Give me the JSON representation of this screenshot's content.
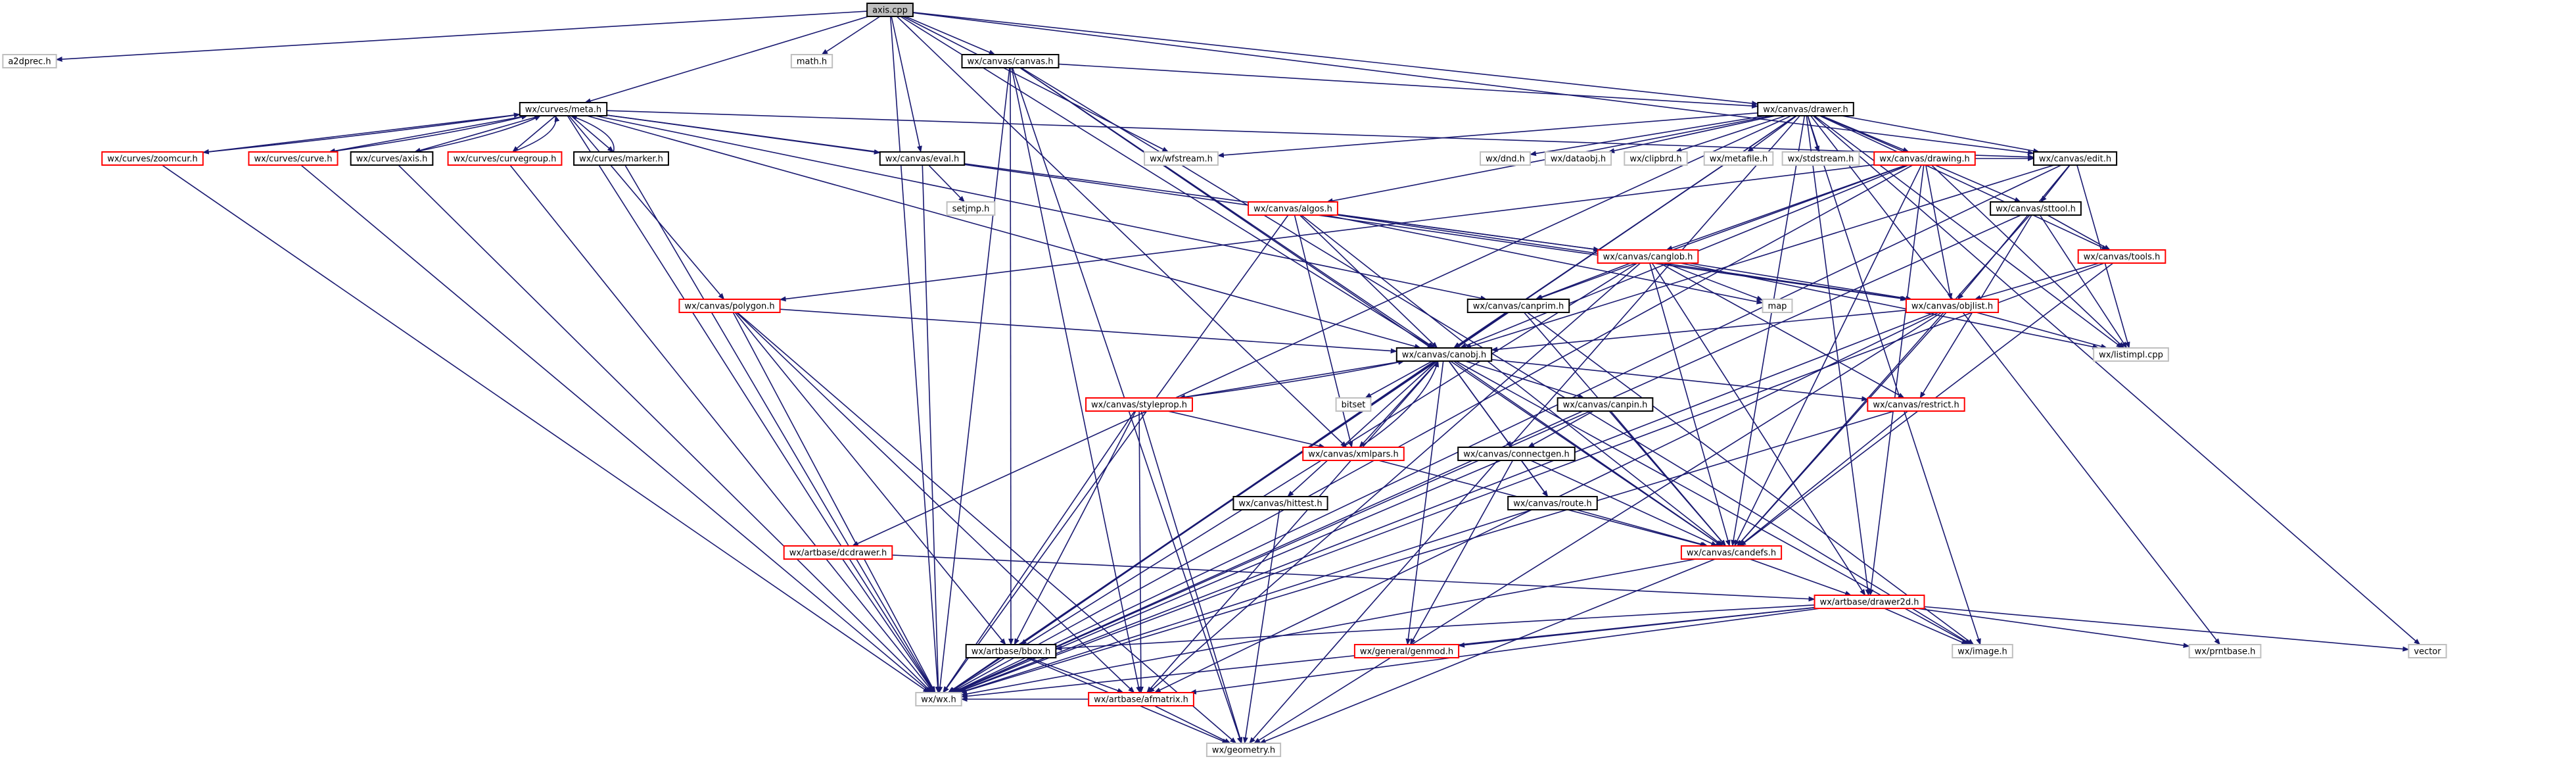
{
  "colors": {
    "edge": "#191970",
    "node_border_black": "#000000",
    "node_border_red": "#ff0000",
    "node_border_gray": "#bfbfbf",
    "root_fill": "#bfbfbf",
    "node_fill": "#ffffff",
    "background": "#ffffff"
  },
  "nodes": [
    {
      "id": "axis",
      "label": "axis.cpp",
      "style": "root"
    },
    {
      "id": "a2dprec",
      "label": "a2dprec.h",
      "style": "gray"
    },
    {
      "id": "math",
      "label": "math.h",
      "style": "gray"
    },
    {
      "id": "canvas_h",
      "label": "wx/canvas/canvas.h",
      "style": "black"
    },
    {
      "id": "drawer_h",
      "label": "wx/canvas/drawer.h",
      "style": "black"
    },
    {
      "id": "meta_h",
      "label": "wx/curves/meta.h",
      "style": "black"
    },
    {
      "id": "zoomcur",
      "label": "wx/curves/zoomcur.h",
      "style": "red"
    },
    {
      "id": "curve",
      "label": "wx/curves/curve.h",
      "style": "red"
    },
    {
      "id": "caxis",
      "label": "wx/curves/axis.h",
      "style": "black"
    },
    {
      "id": "curvegroup",
      "label": "wx/curves/curvegroup.h",
      "style": "red"
    },
    {
      "id": "marker",
      "label": "wx/curves/marker.h",
      "style": "black"
    },
    {
      "id": "eval",
      "label": "wx/canvas/eval.h",
      "style": "black"
    },
    {
      "id": "setjmp",
      "label": "setjmp.h",
      "style": "gray"
    },
    {
      "id": "wfstream",
      "label": "wx/wfstream.h",
      "style": "gray"
    },
    {
      "id": "dnd",
      "label": "wx/dnd.h",
      "style": "gray"
    },
    {
      "id": "dataobj",
      "label": "wx/dataobj.h",
      "style": "gray"
    },
    {
      "id": "clipbrd",
      "label": "wx/clipbrd.h",
      "style": "gray"
    },
    {
      "id": "metafile",
      "label": "wx/metafile.h",
      "style": "gray"
    },
    {
      "id": "stdstream",
      "label": "wx/stdstream.h",
      "style": "gray"
    },
    {
      "id": "drawing",
      "label": "wx/canvas/drawing.h",
      "style": "red"
    },
    {
      "id": "edit",
      "label": "wx/canvas/edit.h",
      "style": "black"
    },
    {
      "id": "sttool",
      "label": "wx/canvas/sttool.h",
      "style": "black"
    },
    {
      "id": "tools",
      "label": "wx/canvas/tools.h",
      "style": "red"
    },
    {
      "id": "algos",
      "label": "wx/canvas/algos.h",
      "style": "red"
    },
    {
      "id": "canglob",
      "label": "wx/canvas/canglob.h",
      "style": "red"
    },
    {
      "id": "polygon",
      "label": "wx/canvas/polygon.h",
      "style": "red"
    },
    {
      "id": "canprim",
      "label": "wx/canvas/canprim.h",
      "style": "black"
    },
    {
      "id": "map",
      "label": "map",
      "style": "gray"
    },
    {
      "id": "objlist",
      "label": "wx/canvas/objlist.h",
      "style": "red"
    },
    {
      "id": "listimpl",
      "label": "wx/listimpl.cpp",
      "style": "gray"
    },
    {
      "id": "canobj",
      "label": "wx/canvas/canobj.h",
      "style": "black"
    },
    {
      "id": "bitset",
      "label": "bitset",
      "style": "gray"
    },
    {
      "id": "styleprop",
      "label": "wx/canvas/styleprop.h",
      "style": "red"
    },
    {
      "id": "xmlpars",
      "label": "wx/canvas/xmlpars.h",
      "style": "red"
    },
    {
      "id": "canpin",
      "label": "wx/canvas/canpin.h",
      "style": "black"
    },
    {
      "id": "restrict",
      "label": "wx/canvas/restrict.h",
      "style": "red"
    },
    {
      "id": "connectgen",
      "label": "wx/canvas/connectgen.h",
      "style": "black"
    },
    {
      "id": "route",
      "label": "wx/canvas/route.h",
      "style": "black"
    },
    {
      "id": "hittest",
      "label": "wx/canvas/hittest.h",
      "style": "black"
    },
    {
      "id": "dcdrawer",
      "label": "wx/artbase/dcdrawer.h",
      "style": "red"
    },
    {
      "id": "candefs",
      "label": "wx/canvas/candefs.h",
      "style": "red"
    },
    {
      "id": "drawer2d",
      "label": "wx/artbase/drawer2d.h",
      "style": "red"
    },
    {
      "id": "genmod",
      "label": "wx/general/genmod.h",
      "style": "red"
    },
    {
      "id": "image",
      "label": "wx/image.h",
      "style": "gray"
    },
    {
      "id": "prntbase",
      "label": "wx/prntbase.h",
      "style": "gray"
    },
    {
      "id": "vector",
      "label": "vector",
      "style": "gray"
    },
    {
      "id": "bbox",
      "label": "wx/artbase/bbox.h",
      "style": "black"
    },
    {
      "id": "wx",
      "label": "wx/wx.h",
      "style": "gray"
    },
    {
      "id": "afmatrix",
      "label": "wx/artbase/afmatrix.h",
      "style": "red"
    },
    {
      "id": "geometry",
      "label": "wx/geometry.h",
      "style": "gray"
    }
  ],
  "edges": [
    [
      "axis",
      "a2dprec"
    ],
    [
      "axis",
      "math"
    ],
    [
      "axis",
      "canvas_h"
    ],
    [
      "axis",
      "meta_h"
    ],
    [
      "axis",
      "eval"
    ],
    [
      "axis",
      "wfstream"
    ],
    [
      "axis",
      "drawer_h"
    ],
    [
      "axis",
      "edit"
    ],
    [
      "axis",
      "canobj"
    ],
    [
      "axis",
      "wx"
    ],
    [
      "axis",
      "xmlpars"
    ],
    [
      "canvas_h",
      "drawer_h"
    ],
    [
      "canvas_h",
      "canobj"
    ],
    [
      "canvas_h",
      "wx"
    ],
    [
      "canvas_h",
      "candefs"
    ],
    [
      "canvas_h",
      "bbox"
    ],
    [
      "canvas_h",
      "afmatrix"
    ],
    [
      "canvas_h",
      "geometry"
    ],
    [
      "canvas_h",
      "image"
    ],
    [
      "meta_h",
      "zoomcur"
    ],
    [
      "meta_h",
      "curve"
    ],
    [
      "meta_h",
      "caxis"
    ],
    [
      "meta_h",
      "curvegroup"
    ],
    [
      "meta_h",
      "marker"
    ],
    [
      "meta_h",
      "eval"
    ],
    [
      "meta_h",
      "polygon"
    ],
    [
      "meta_h",
      "canglob"
    ],
    [
      "meta_h",
      "canprim"
    ],
    [
      "meta_h",
      "edit"
    ],
    [
      "meta_h",
      "canobj"
    ],
    [
      "meta_h",
      "wx"
    ],
    [
      "zoomcur",
      "meta_h"
    ],
    [
      "zoomcur",
      "wx"
    ],
    [
      "curve",
      "meta_h"
    ],
    [
      "curve",
      "wx"
    ],
    [
      "caxis",
      "meta_h"
    ],
    [
      "caxis",
      "wx"
    ],
    [
      "curvegroup",
      "meta_h"
    ],
    [
      "curvegroup",
      "wx"
    ],
    [
      "marker",
      "meta_h"
    ],
    [
      "marker",
      "wx"
    ],
    [
      "eval",
      "setjmp"
    ],
    [
      "eval",
      "wx"
    ],
    [
      "eval",
      "objlist"
    ],
    [
      "drawer_h",
      "wfstream"
    ],
    [
      "drawer_h",
      "dnd"
    ],
    [
      "drawer_h",
      "dataobj"
    ],
    [
      "drawer_h",
      "clipbrd"
    ],
    [
      "drawer_h",
      "metafile"
    ],
    [
      "drawer_h",
      "stdstream"
    ],
    [
      "drawer_h",
      "drawing"
    ],
    [
      "drawer_h",
      "edit"
    ],
    [
      "drawer_h",
      "algos"
    ],
    [
      "drawer_h",
      "tools"
    ],
    [
      "drawer_h",
      "sttool"
    ],
    [
      "drawer_h",
      "canobj"
    ],
    [
      "drawer_h",
      "listimpl"
    ],
    [
      "drawer_h",
      "dcdrawer"
    ],
    [
      "drawer_h",
      "candefs"
    ],
    [
      "drawer_h",
      "drawer2d"
    ],
    [
      "drawer_h",
      "image"
    ],
    [
      "drawer_h",
      "prntbase"
    ],
    [
      "drawer_h",
      "vector"
    ],
    [
      "drawer_h",
      "wx"
    ],
    [
      "drawer_h",
      "geometry"
    ],
    [
      "drawing",
      "canglob"
    ],
    [
      "drawing",
      "canprim"
    ],
    [
      "drawing",
      "objlist"
    ],
    [
      "drawing",
      "canobj"
    ],
    [
      "drawing",
      "polygon"
    ],
    [
      "drawing",
      "candefs"
    ],
    [
      "drawing",
      "drawer2d"
    ],
    [
      "drawing",
      "wx"
    ],
    [
      "drawing",
      "listimpl"
    ],
    [
      "drawing",
      "edit"
    ],
    [
      "edit",
      "sttool"
    ],
    [
      "edit",
      "objlist"
    ],
    [
      "edit",
      "canobj"
    ],
    [
      "edit",
      "listimpl"
    ],
    [
      "edit",
      "wx"
    ],
    [
      "sttool",
      "tools"
    ],
    [
      "sttool",
      "listimpl"
    ],
    [
      "sttool",
      "restrict"
    ],
    [
      "sttool",
      "candefs"
    ],
    [
      "sttool",
      "wx"
    ],
    [
      "tools",
      "objlist"
    ],
    [
      "tools",
      "candefs"
    ],
    [
      "tools",
      "wx"
    ],
    [
      "algos",
      "canglob"
    ],
    [
      "algos",
      "canobj"
    ],
    [
      "algos",
      "xmlpars"
    ],
    [
      "algos",
      "candefs"
    ],
    [
      "algos",
      "wx"
    ],
    [
      "algos",
      "map"
    ],
    [
      "algos",
      "objlist"
    ],
    [
      "canglob",
      "canprim"
    ],
    [
      "canglob",
      "map"
    ],
    [
      "canglob",
      "objlist"
    ],
    [
      "canglob",
      "restrict"
    ],
    [
      "canglob",
      "drawer2d"
    ],
    [
      "canglob",
      "candefs"
    ],
    [
      "canglob",
      "wx"
    ],
    [
      "canglob",
      "listimpl"
    ],
    [
      "canglob",
      "afmatrix"
    ],
    [
      "polygon",
      "canobj"
    ],
    [
      "polygon",
      "bbox"
    ],
    [
      "polygon",
      "afmatrix"
    ],
    [
      "polygon",
      "wx"
    ],
    [
      "polygon",
      "geometry"
    ],
    [
      "canprim",
      "canobj"
    ],
    [
      "canprim",
      "candefs"
    ],
    [
      "canprim",
      "image"
    ],
    [
      "canprim",
      "wx"
    ],
    [
      "objlist",
      "canobj"
    ],
    [
      "objlist",
      "listimpl"
    ],
    [
      "objlist",
      "candefs"
    ],
    [
      "objlist",
      "wx"
    ],
    [
      "objlist",
      "geometry"
    ],
    [
      "objlist",
      "afmatrix"
    ],
    [
      "canobj",
      "bitset"
    ],
    [
      "canobj",
      "styleprop"
    ],
    [
      "canobj",
      "xmlpars"
    ],
    [
      "canobj",
      "canpin"
    ],
    [
      "canobj",
      "restrict"
    ],
    [
      "canobj",
      "hittest"
    ],
    [
      "canobj",
      "candefs"
    ],
    [
      "canobj",
      "bbox"
    ],
    [
      "canobj",
      "afmatrix"
    ],
    [
      "canobj",
      "genmod"
    ],
    [
      "canobj",
      "wx"
    ],
    [
      "canobj",
      "image"
    ],
    [
      "canobj",
      "connectgen"
    ],
    [
      "canobj",
      "route"
    ],
    [
      "styleprop",
      "xmlpars"
    ],
    [
      "styleprop",
      "canobj"
    ],
    [
      "styleprop",
      "bbox"
    ],
    [
      "styleprop",
      "afmatrix"
    ],
    [
      "styleprop",
      "wx"
    ],
    [
      "styleprop",
      "geometry"
    ],
    [
      "xmlpars",
      "canobj"
    ],
    [
      "xmlpars",
      "candefs"
    ],
    [
      "canpin",
      "connectgen"
    ],
    [
      "canpin",
      "candefs"
    ],
    [
      "canpin",
      "wx"
    ],
    [
      "restrict",
      "candefs"
    ],
    [
      "restrict",
      "wx"
    ],
    [
      "connectgen",
      "route"
    ],
    [
      "connectgen",
      "candefs"
    ],
    [
      "connectgen",
      "genmod"
    ],
    [
      "connectgen",
      "wx"
    ],
    [
      "route",
      "candefs"
    ],
    [
      "route",
      "wx"
    ],
    [
      "hittest",
      "geometry"
    ],
    [
      "dcdrawer",
      "drawer2d"
    ],
    [
      "dcdrawer",
      "wx"
    ],
    [
      "candefs",
      "drawer2d"
    ],
    [
      "candefs",
      "wx"
    ],
    [
      "candefs",
      "geometry"
    ],
    [
      "drawer2d",
      "genmod"
    ],
    [
      "drawer2d",
      "image"
    ],
    [
      "drawer2d",
      "prntbase"
    ],
    [
      "drawer2d",
      "vector"
    ],
    [
      "drawer2d",
      "bbox"
    ],
    [
      "drawer2d",
      "afmatrix"
    ],
    [
      "drawer2d",
      "wx"
    ],
    [
      "bbox",
      "wx"
    ],
    [
      "bbox",
      "afmatrix"
    ],
    [
      "bbox",
      "geometry"
    ],
    [
      "afmatrix",
      "wx"
    ],
    [
      "afmatrix",
      "geometry"
    ]
  ]
}
